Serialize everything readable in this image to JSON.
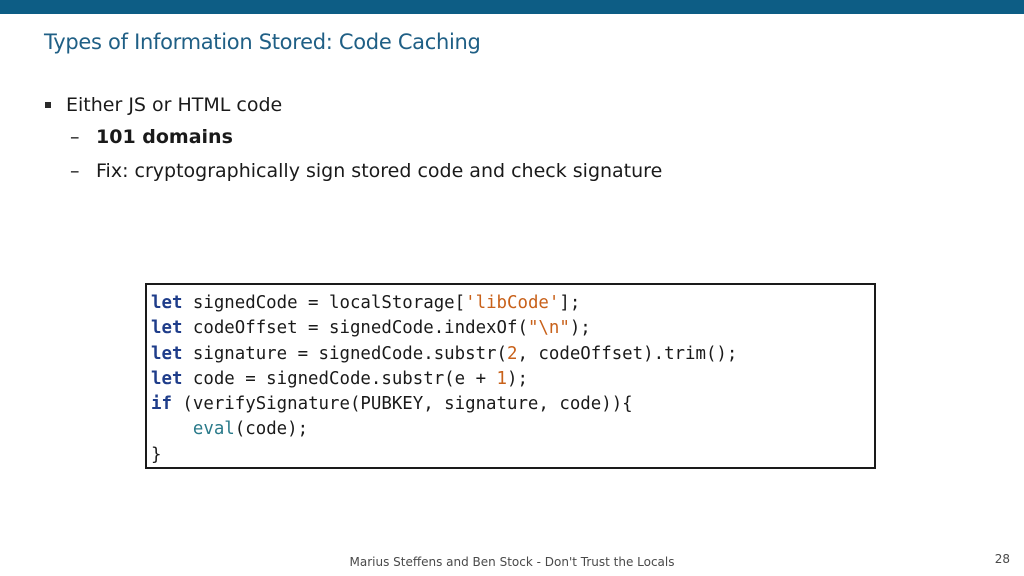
{
  "slide": {
    "title": "Types of Information Stored: Code Caching",
    "bullets": {
      "main": "Either JS or HTML code",
      "dash": "–",
      "sub1": "101 domains",
      "sub2": "Fix: cryptographically sign stored code and check signature"
    },
    "code": {
      "line1": {
        "kw": "let",
        "a": " signedCode = localStorage[",
        "str": "'libCode'",
        "b": "];"
      },
      "line2": {
        "kw": "let",
        "a": " codeOffset = signedCode.indexOf(",
        "str": "\"\\n\"",
        "b": ");"
      },
      "line3": {
        "kw": "let",
        "a": " signature = signedCode.substr(",
        "num": "2",
        "b": ", codeOffset).trim();"
      },
      "line4": {
        "kw": "let",
        "a": " code = signedCode.substr(e + ",
        "num": "1",
        "b": ");"
      },
      "line5": {
        "kw": "if",
        "a": " (verifySignature(PUBKEY, signature, code)){"
      },
      "line6": {
        "indent": "    ",
        "fn": "eval",
        "a": "(code);"
      },
      "line7": {
        "a": "}"
      }
    },
    "footer": "Marius Steffens and Ben Stock - Don't Trust the Locals",
    "page_number": "28"
  },
  "colors": {
    "top_bar": "#0d5d85",
    "title": "#1f5f85",
    "keyword": "#1f3d8a",
    "string": "#c8611a",
    "function": "#2a7a8a"
  }
}
